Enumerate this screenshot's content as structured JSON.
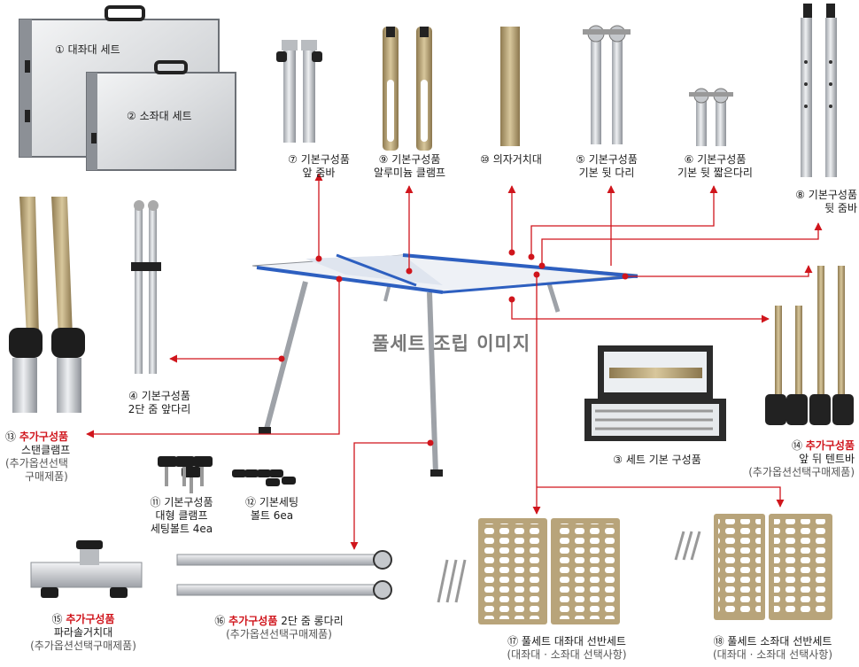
{
  "title": "풀세트 조립 이미지",
  "colors": {
    "accent_red": "#d0151c",
    "arrow": "#d0151c",
    "tarp_blue": "#2d5fc0",
    "metal": "#c9ccd0",
    "gold": "#b8a47a"
  },
  "cases": [
    {
      "num": "①",
      "text": "대좌대 세트"
    },
    {
      "num": "②",
      "text": "소좌대 세트"
    }
  ],
  "labels": {
    "p3": {
      "num": "③",
      "lines": [
        "세트 기본 구성품"
      ]
    },
    "p4": {
      "num": "④",
      "lines": [
        "기본구성품",
        "2단 줌 앞다리"
      ]
    },
    "p5": {
      "num": "⑤",
      "lines": [
        "기본구성품",
        "기본 뒷 다리"
      ]
    },
    "p6": {
      "num": "⑥",
      "lines": [
        "기본구성품",
        "기본 뒷 짧은다리"
      ]
    },
    "p7": {
      "num": "⑦",
      "lines": [
        "기본구성품",
        "앞 줌바"
      ]
    },
    "p8": {
      "num": "⑧",
      "lines": [
        "기본구성품",
        "뒷 줌바"
      ]
    },
    "p9": {
      "num": "⑨",
      "lines": [
        "기본구성품",
        "알루미늄 클램프"
      ]
    },
    "p10": {
      "num": "⑩",
      "lines": [
        "의자거치대"
      ]
    },
    "p11": {
      "num": "⑪",
      "lines": [
        "기본구성품",
        "대형 클램프",
        "세팅볼트 4ea"
      ]
    },
    "p12": {
      "num": "⑫",
      "lines": [
        "기본세팅",
        "볼트 6ea"
      ]
    }
  },
  "options": {
    "p13": {
      "num": "⑬",
      "tag": "추가구성품",
      "name": "스탠클램프",
      "note1": "(추가옵션선택",
      "note2": "구매제품)"
    },
    "p14": {
      "num": "⑭",
      "tag": "추가구성품",
      "name": "앞 뒤 텐트바",
      "note": "(추가옵션선택구매제품)"
    },
    "p15": {
      "num": "⑮",
      "tag": "추가구성품",
      "name": "파라솔거치대",
      "note": "(추가옵션선택구매제품)"
    },
    "p16": {
      "num": "⑯",
      "tag": "추가구성품",
      "name": "2단 줌 롱다리",
      "note": "(추가옵션선택구매제품)"
    },
    "p17": {
      "num": "⑰",
      "name": "풀세트 대좌대 선반세트",
      "note": "(대좌대 · 소좌대 선택사항)"
    },
    "p18": {
      "num": "⑱",
      "name": "풀세트 소좌대 선반세트",
      "note": "(대좌대 · 소좌대 선택사항)"
    }
  }
}
